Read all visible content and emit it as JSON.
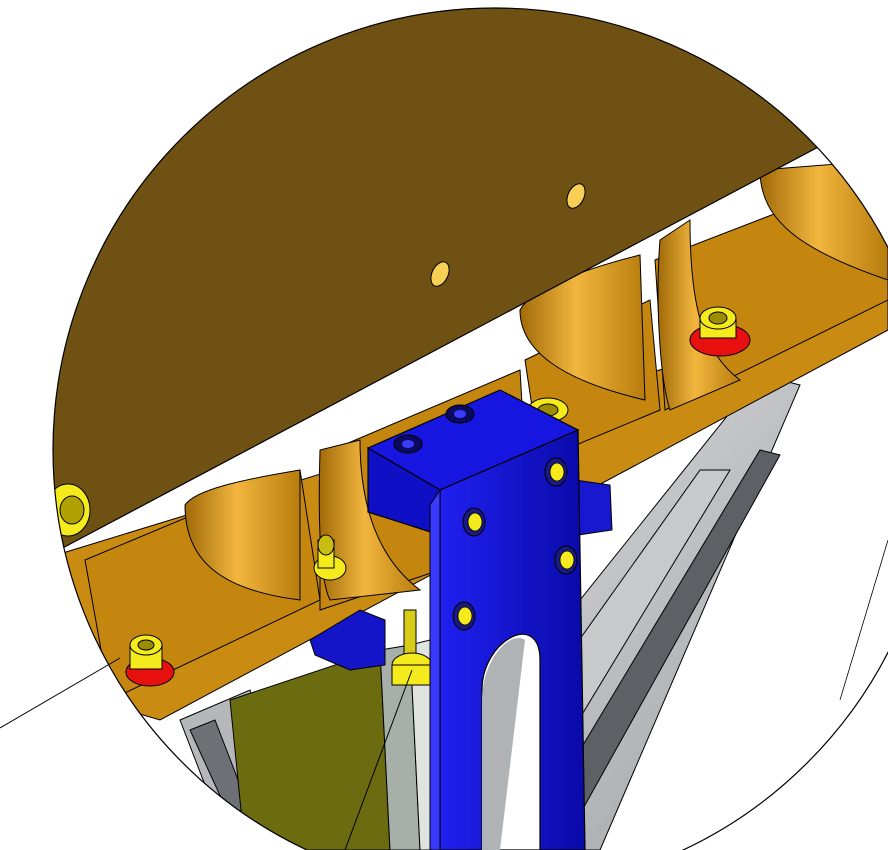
{
  "view": {
    "type": "cad-detail-view",
    "shape": "circular-detail-callout",
    "has_leader_lines": true
  },
  "colors": {
    "background": "#ffffff",
    "outline": "#000000",
    "plate_top": "#6e5113",
    "plate_edge": "#c88c14",
    "rib_face": "#c4860e",
    "rib_highlight": "#f0b23a",
    "bracket_blue": "#1212d8",
    "bracket_blue_dark": "#06067a",
    "bracket_blue_light": "#3a3aff",
    "screw_yellow": "#f4ea1c",
    "screw_dark": "#8a7a00",
    "washer_red": "#e80f0f",
    "frame_grey": "#a8abae",
    "frame_grey_dark": "#5d6064",
    "frame_grey_light": "#d8dadc",
    "inner_olive": "#6b6b10",
    "inner_olive_light": "#9a9a2a"
  },
  "parts": {
    "top_plate": {
      "hole_count": 2
    },
    "rib_count": 4,
    "blue_bracket": {
      "top_hole_count": 2,
      "face_screw_count": 5,
      "has_slot": true
    },
    "socket_screws": {
      "count": 5,
      "with_red_washer": 2
    }
  }
}
